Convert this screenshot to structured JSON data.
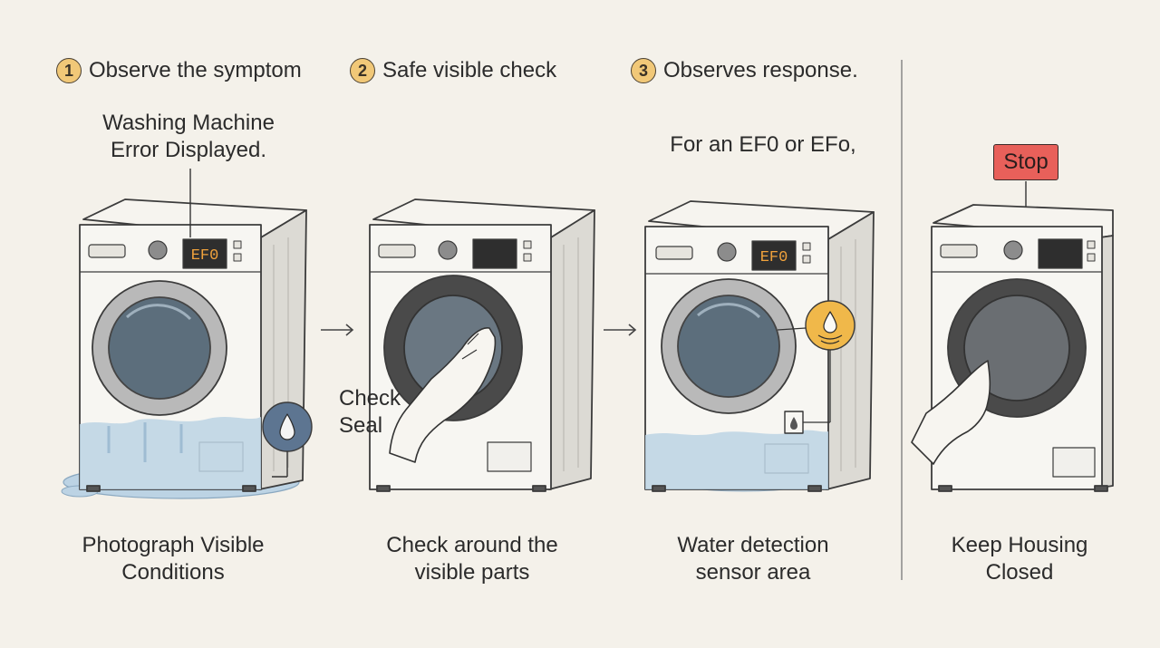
{
  "steps": [
    {
      "number": "1",
      "heading": "Observe the symptom",
      "note": "Washing Machine\nError Displayed.",
      "caption": "Photograph Visible\nConditions"
    },
    {
      "number": "2",
      "heading": "Safe visible check",
      "note": "Check\nSeal",
      "caption": "Check around the\nvisible parts"
    },
    {
      "number": "3",
      "heading": "Observes response.",
      "note": "For an EF0 or EFo,",
      "caption": "Water detection\nsensor area"
    },
    {
      "badge": "Stop",
      "caption": "Keep Housing\nClosed"
    }
  ],
  "display_code": "EF0",
  "icons": [
    "water-drop-icon",
    "sensor-icon",
    "arrow-right-icon"
  ],
  "colors": {
    "background": "#f4f1ea",
    "accent": "#f1c878",
    "stop": "#e8605a",
    "water": "#bcd3e4",
    "glass": "#5c6e7c"
  }
}
